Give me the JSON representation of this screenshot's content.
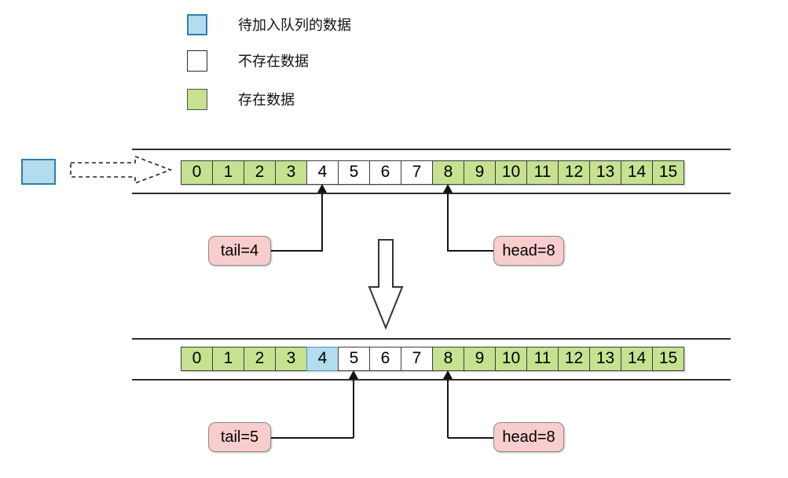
{
  "legend": {
    "items": [
      {
        "key": "pending",
        "label": "待加入队列的数据",
        "fill": "#b3dcee",
        "border": "#2e7fab"
      },
      {
        "key": "empty",
        "label": "不存在数据",
        "fill": "#ffffff",
        "border": "#2b2b2b"
      },
      {
        "key": "filled",
        "label": "存在数据",
        "fill": "#c6e290",
        "border": "#4d4d4d"
      }
    ]
  },
  "incoming_item": {
    "state": "pending"
  },
  "queues": [
    {
      "id": "before",
      "cells": [
        {
          "value": "0",
          "state": "filled"
        },
        {
          "value": "1",
          "state": "filled"
        },
        {
          "value": "2",
          "state": "filled"
        },
        {
          "value": "3",
          "state": "filled"
        },
        {
          "value": "4",
          "state": "empty"
        },
        {
          "value": "5",
          "state": "empty"
        },
        {
          "value": "6",
          "state": "empty"
        },
        {
          "value": "7",
          "state": "empty"
        },
        {
          "value": "8",
          "state": "filled"
        },
        {
          "value": "9",
          "state": "filled"
        },
        {
          "value": "10",
          "state": "filled"
        },
        {
          "value": "11",
          "state": "filled"
        },
        {
          "value": "12",
          "state": "filled"
        },
        {
          "value": "13",
          "state": "filled"
        },
        {
          "value": "14",
          "state": "filled"
        },
        {
          "value": "15",
          "state": "filled"
        }
      ],
      "pointers": [
        {
          "label": "tail=4",
          "cell_index": 4,
          "side": "left"
        },
        {
          "label": "head=8",
          "cell_index": 8,
          "side": "right"
        }
      ]
    },
    {
      "id": "after",
      "cells": [
        {
          "value": "0",
          "state": "filled"
        },
        {
          "value": "1",
          "state": "filled"
        },
        {
          "value": "2",
          "state": "filled"
        },
        {
          "value": "3",
          "state": "filled"
        },
        {
          "value": "4",
          "state": "pending"
        },
        {
          "value": "5",
          "state": "empty"
        },
        {
          "value": "6",
          "state": "empty"
        },
        {
          "value": "7",
          "state": "empty"
        },
        {
          "value": "8",
          "state": "filled"
        },
        {
          "value": "9",
          "state": "filled"
        },
        {
          "value": "10",
          "state": "filled"
        },
        {
          "value": "11",
          "state": "filled"
        },
        {
          "value": "12",
          "state": "filled"
        },
        {
          "value": "13",
          "state": "filled"
        },
        {
          "value": "14",
          "state": "filled"
        },
        {
          "value": "15",
          "state": "filled"
        }
      ],
      "pointers": [
        {
          "label": "tail=5",
          "cell_index": 5,
          "side": "left"
        },
        {
          "label": "head=8",
          "cell_index": 8,
          "side": "right"
        }
      ]
    }
  ],
  "colors": {
    "cell_filled": "#c6e290",
    "cell_pending_fill": "#b3dcee",
    "cell_pending_border": "#2e7fab",
    "cell_empty": "#ffffff",
    "pointer_box_fill": "#f9cdcd",
    "pointer_box_border": "#8c8c8c",
    "rail": "#2f2f2f",
    "line": "#151515"
  }
}
